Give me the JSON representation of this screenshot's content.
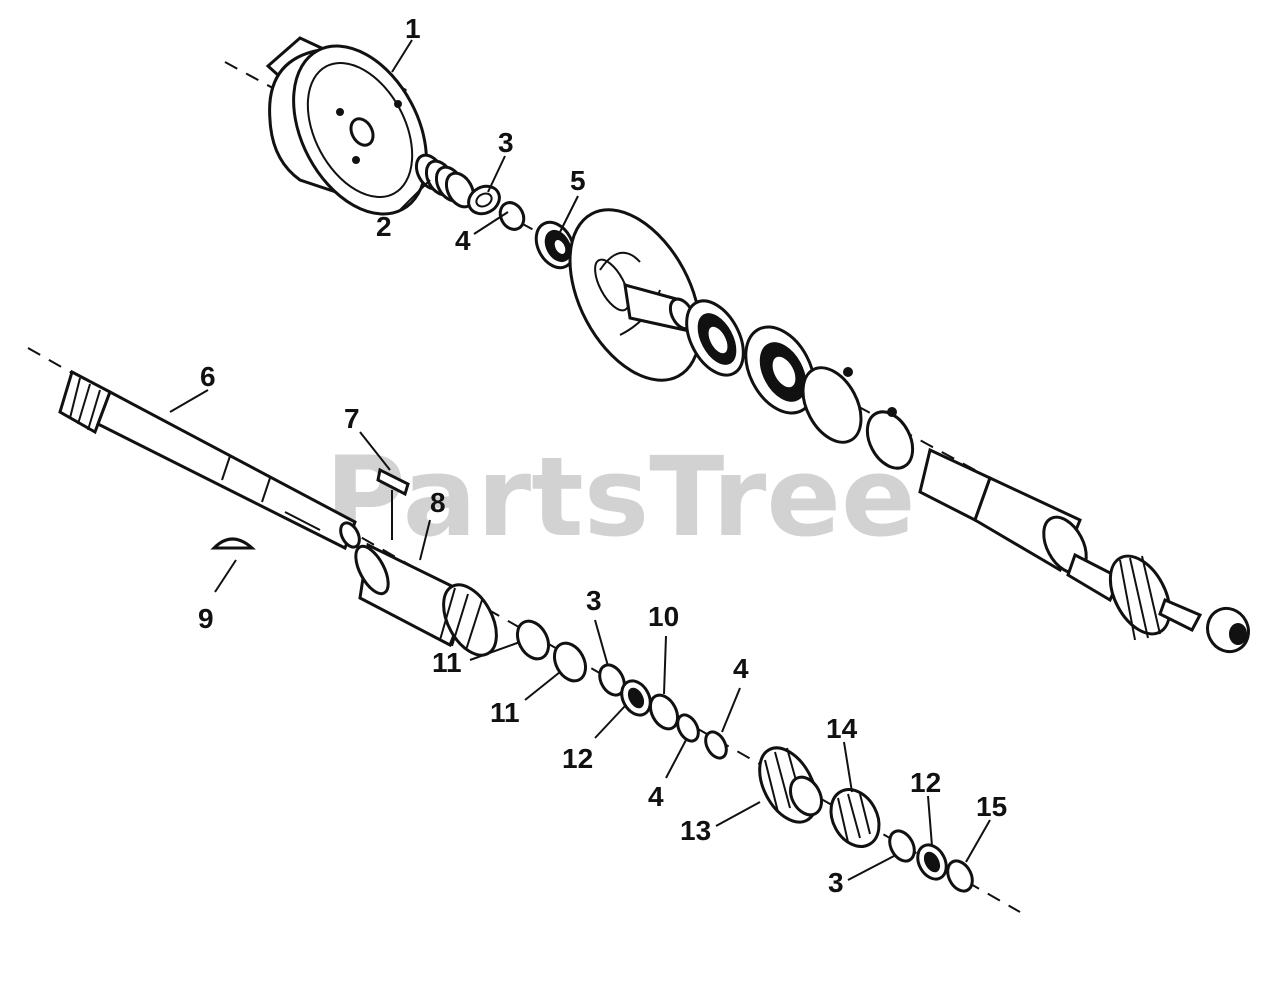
{
  "watermark": "PartsTree",
  "colors": {
    "ink": "#111111",
    "paper": "#ffffff",
    "watermark": "#c8c8c8"
  },
  "callouts": [
    {
      "id": "c1",
      "label": "1"
    },
    {
      "id": "c2",
      "label": "2"
    },
    {
      "id": "c3a",
      "label": "3"
    },
    {
      "id": "c4a",
      "label": "4"
    },
    {
      "id": "c5",
      "label": "5"
    },
    {
      "id": "c6",
      "label": "6"
    },
    {
      "id": "c7",
      "label": "7"
    },
    {
      "id": "c8",
      "label": "8"
    },
    {
      "id": "c9",
      "label": "9"
    },
    {
      "id": "c11a",
      "label": "11"
    },
    {
      "id": "c11b",
      "label": "11"
    },
    {
      "id": "c3b",
      "label": "3"
    },
    {
      "id": "c10",
      "label": "10"
    },
    {
      "id": "c12a",
      "label": "12"
    },
    {
      "id": "c4b",
      "label": "4"
    },
    {
      "id": "c4c",
      "label": "4"
    },
    {
      "id": "c14",
      "label": "14"
    },
    {
      "id": "c13",
      "label": "13"
    },
    {
      "id": "c12b",
      "label": "12"
    },
    {
      "id": "c15",
      "label": "15"
    },
    {
      "id": "c3c",
      "label": "3"
    }
  ]
}
